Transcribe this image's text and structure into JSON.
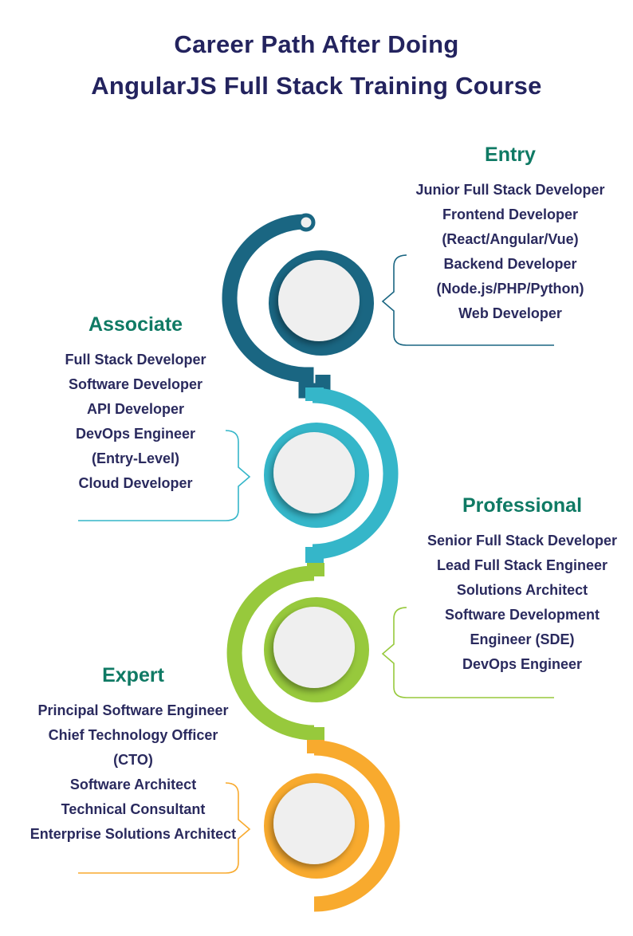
{
  "title": {
    "line1": "Career Path After Doing",
    "line2": "AngularJS Full Stack Training Course"
  },
  "colors": {
    "title": "#23235e",
    "heading": "#0f7a64",
    "item_text": "#2a2a5e",
    "entry": "#1a6682",
    "associate": "#35b6c9",
    "professional": "#97c93c",
    "expert": "#f8aa2e",
    "circle_fill": "#efefef"
  },
  "stages": [
    {
      "heading": "Entry",
      "items": [
        "Junior Full Stack Developer",
        "Frontend Developer",
        "(React/Angular/Vue)",
        "Backend Developer",
        "(Node.js/PHP/Python)",
        "Web Developer"
      ]
    },
    {
      "heading": "Associate",
      "items": [
        "Full Stack Developer",
        "Software Developer",
        "API Developer",
        "DevOps Engineer",
        "(Entry-Level)",
        "Cloud Developer"
      ]
    },
    {
      "heading": "Professional",
      "items": [
        "Senior Full Stack Developer",
        "Lead Full Stack Engineer",
        "Solutions Architect",
        "Software Development",
        "Engineer (SDE)",
        "DevOps Engineer"
      ]
    },
    {
      "heading": "Expert",
      "items": [
        "Principal Software Engineer",
        "Chief Technology Officer",
        "(CTO)",
        "Software Architect",
        "Technical Consultant",
        "Enterprise Solutions Architect"
      ]
    }
  ]
}
